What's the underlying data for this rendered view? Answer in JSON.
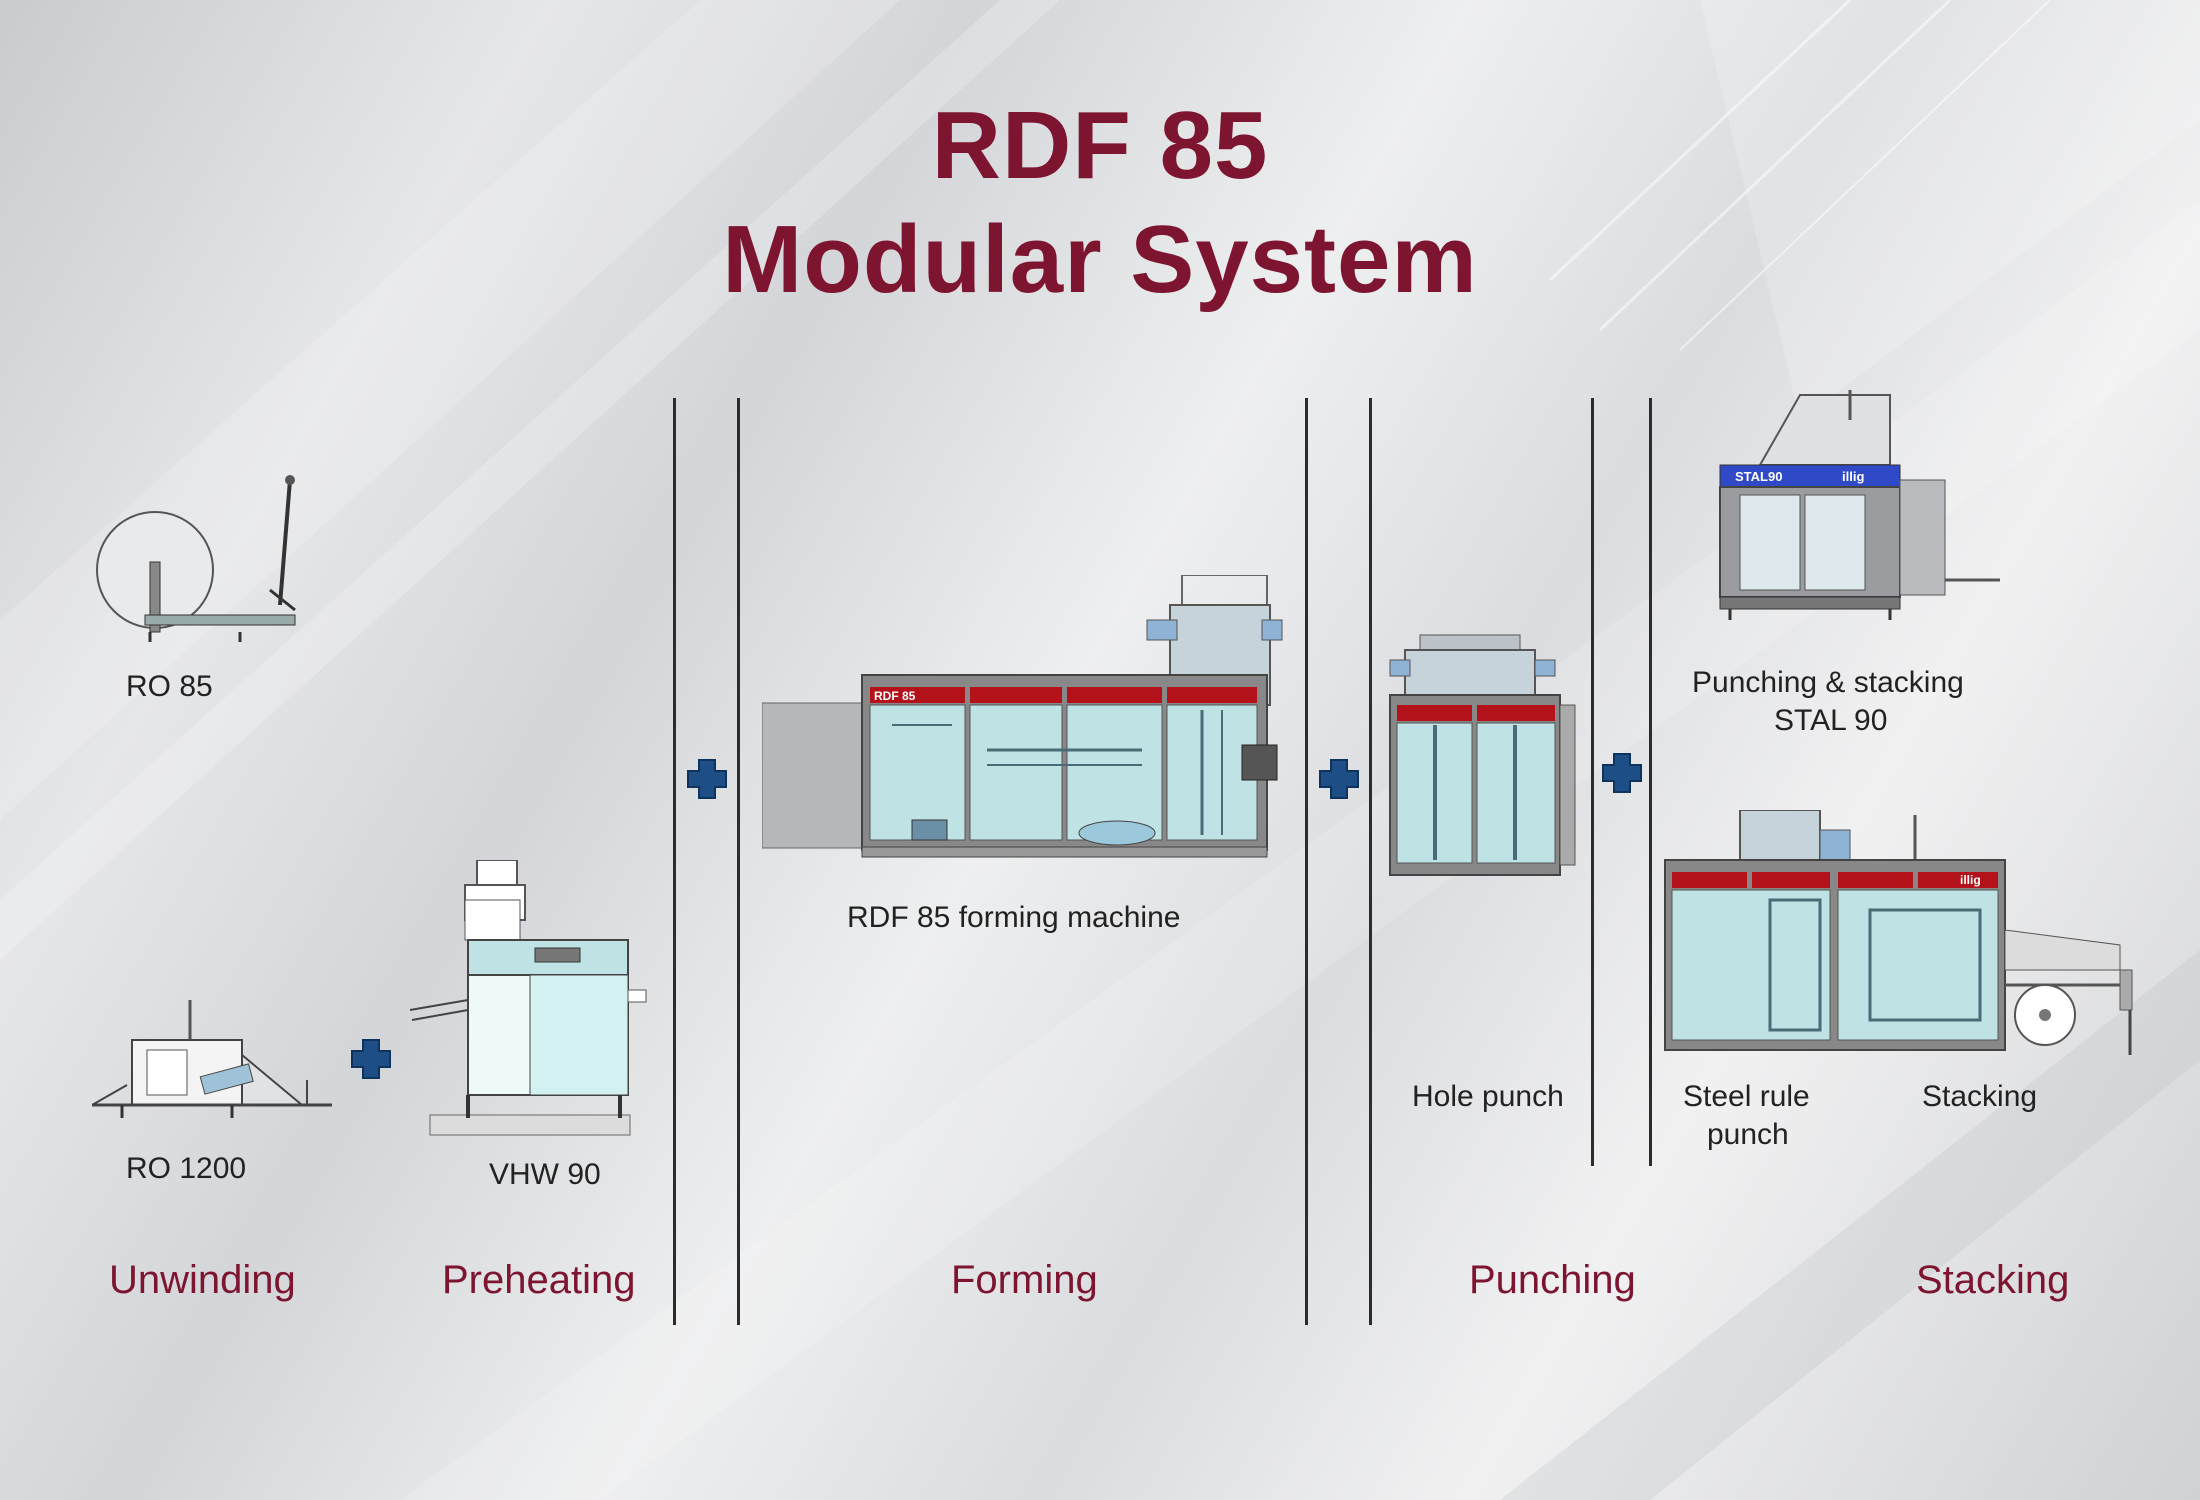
{
  "title_line1": "RDF 85",
  "title_line2": "Modular System",
  "brand_color": "#7d1430",
  "plus_color": "#1d4e86",
  "machine_panel_color": "#bfe3e4",
  "machine_red_color": "#b3121b",
  "labels": {
    "ro85": "RO 85",
    "ro1200": "RO 1200",
    "vhw90": "VHW 90",
    "rdf85": "RDF 85 forming machine",
    "hole_punch": "Hole punch",
    "stal90_line1": "Punching & stacking",
    "stal90_line2": "STAL 90",
    "steel_rule_line1": "Steel rule",
    "steel_rule_line2": "punch",
    "stacking_unit": "Stacking"
  },
  "stages": {
    "unwinding": "Unwinding",
    "preheating": "Preheating",
    "forming": "Forming",
    "punching": "Punching",
    "stacking": "Stacking"
  },
  "machine_marks": {
    "rdf85_panel": "RDF 85",
    "stal90_panel": "STAL90",
    "brand": "illig"
  }
}
